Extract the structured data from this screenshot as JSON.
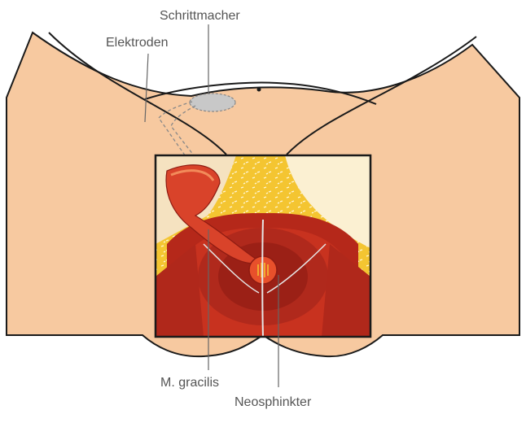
{
  "labels": {
    "pacemaker": "Schrittmacher",
    "electrodes": "Elektroden",
    "gracilis": "M. gracilis",
    "neosphincter": "Neosphinkter"
  },
  "colors": {
    "skin": "#f7c9a0",
    "outline": "#1a1a1a",
    "grass": "#39a14a",
    "fat": "#f4c531",
    "muscle": "#c8321f",
    "muscle_dark": "#8e1b12",
    "pacemaker": "#c8c8c8",
    "leader": "#666666"
  }
}
